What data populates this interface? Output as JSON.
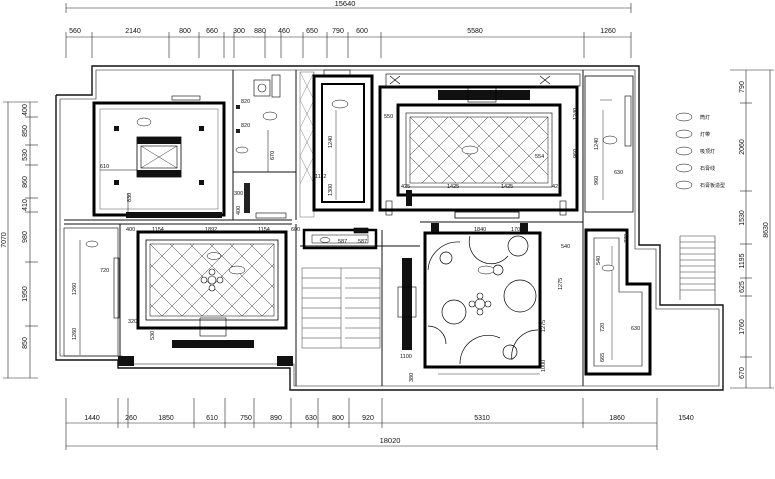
{
  "top_dims": {
    "overall": "15640",
    "segments": [
      "560",
      "2140",
      "800",
      "660",
      "300",
      "880",
      "460",
      "650",
      "790",
      "600",
      "5580",
      "1260"
    ]
  },
  "bottom_dims": {
    "overall": "18020",
    "segments": [
      "1440",
      "260",
      "1850",
      "610",
      "750",
      "890",
      "630",
      "800",
      "920",
      "5310",
      "1860",
      "1540"
    ]
  },
  "left_dims": {
    "overall": "7070",
    "segments": [
      "400",
      "850",
      "530",
      "860",
      "410",
      "980",
      "1950",
      "850"
    ]
  },
  "right_dims": {
    "overall": "8630",
    "segments": [
      "790",
      "2060",
      "1530",
      "1195",
      "625",
      "1760",
      "670"
    ]
  },
  "inner_dims": {
    "d820a": "820",
    "d820b": "820",
    "d670": "670",
    "d300": "300",
    "d400": "400",
    "d610": "610",
    "d830": "830",
    "d1240a": "1240",
    "d1300": "1300",
    "d1112": "1112",
    "d550": "550",
    "d1240b": "1240",
    "d960a": "960",
    "d425a": "425",
    "d1425a": "1425",
    "d1425b": "1425",
    "d425b": "425",
    "d554": "554",
    "d1240c": "1240",
    "d960b": "960",
    "d630a": "630",
    "d400b": "400",
    "d1154a": "1154",
    "d1892": "1892",
    "d1154b": "1154",
    "d600": "600",
    "d587a": "587",
    "d587b": "587",
    "d720a": "720",
    "d1260a": "1260",
    "d1260b": "1260",
    "d320": "320",
    "d530": "530",
    "d1840": "1840",
    "d1700": "1700",
    "d540a": "540",
    "d770": "770",
    "d540b": "540",
    "d1275a": "1275",
    "d1275b": "1275",
    "d1100": "1100",
    "d1000": "1000",
    "d380": "380",
    "d720b": "720",
    "d630b": "630",
    "d665": "665"
  },
  "legend": {
    "items": [
      {
        "label": "筒灯"
      },
      {
        "label": "灯带"
      },
      {
        "label": "吸顶灯"
      },
      {
        "label": "石膏线"
      },
      {
        "label": "石膏板造型"
      }
    ]
  }
}
